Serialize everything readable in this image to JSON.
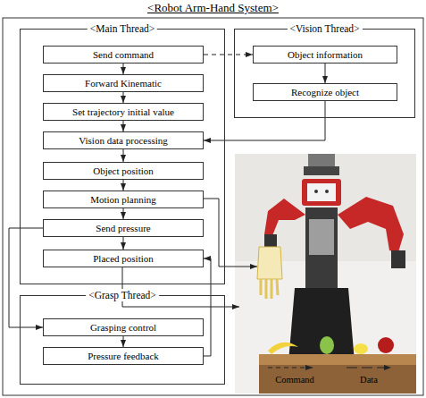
{
  "diagram": {
    "title": "<Robot Arm-Hand System>",
    "nodes": [
      {
        "text": [
          "<Main Thread>"
        ]
      },
      {
        "text": [
          "Send command"
        ],
        "in": 0
      },
      {
        "text": [
          "Forward Kinematic"
        ],
        "in": 0
      },
      {
        "text": [
          "Set trajectory initial value"
        ],
        "in": 0
      },
      {
        "text": [
          "Vision data processing"
        ],
        "in": 0
      },
      {
        "text": [
          "Object position"
        ],
        "in": 0
      },
      {
        "text": [
          "Motion planning"
        ],
        "in": 0
      },
      {
        "text": [
          "Send pressure"
        ],
        "in": 0
      },
      {
        "text": [
          "Placed position"
        ],
        "in": 0
      },
      {
        "text": [
          "<Vision Thread>"
        ]
      },
      {
        "text": [
          "Object information"
        ],
        "in": 9
      },
      {
        "text": [
          "Recognize object"
        ],
        "in": 9
      },
      {
        "text": [
          "<Grasp Thread>"
        ]
      },
      {
        "text": [
          "Grasping control"
        ],
        "in": 12
      },
      {
        "text": [
          "Pressure feedback"
        ],
        "in": 12
      }
    ],
    "edges": [
      {
        "from": 1,
        "to": 10,
        "arrow": "to"
      },
      {
        "from": 1,
        "to": 2,
        "arrow": "to"
      },
      {
        "from": 2,
        "to": 3,
        "arrow": "to"
      },
      {
        "from": 3,
        "to": 4,
        "arrow": "to"
      },
      {
        "from": 4,
        "to": 5,
        "arrow": "to"
      },
      {
        "from": 5,
        "to": 6,
        "arrow": "to"
      },
      {
        "from": 6,
        "to": 7,
        "arrow": "to"
      },
      {
        "from": 7,
        "to": 8,
        "arrow": "to"
      },
      {
        "from": 10,
        "to": 11,
        "arrow": "to"
      },
      {
        "from": 11,
        "to": 4,
        "arrow": "to"
      },
      {
        "from": 7,
        "to": 13,
        "arrow": "to"
      },
      {
        "from": 13,
        "to": 14,
        "arrow": "to"
      },
      {
        "from": 14,
        "to": 8,
        "arrow": "to"
      }
    ],
    "legend": [
      {
        "text": "Command"
      },
      {
        "text": "Data"
      }
    ]
  }
}
